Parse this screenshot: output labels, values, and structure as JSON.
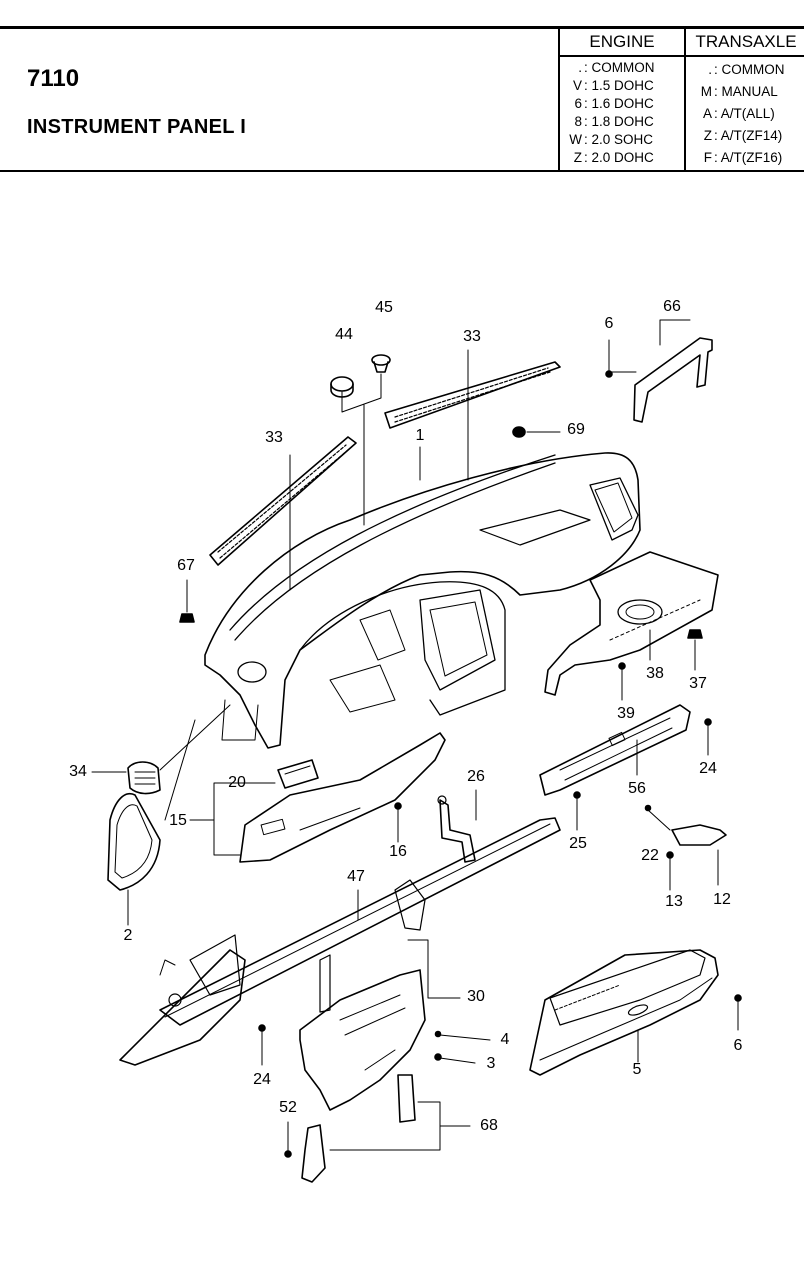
{
  "header": {
    "code": "7110",
    "title": "INSTRUMENT PANEL I"
  },
  "engine": {
    "heading": "ENGINE",
    "rows": [
      {
        "key": ".",
        "value": ": COMMON"
      },
      {
        "key": "V",
        "value": ": 1.5 DOHC"
      },
      {
        "key": "6",
        "value": ": 1.6 DOHC"
      },
      {
        "key": "8",
        "value": ": 1.8 DOHC"
      },
      {
        "key": "W",
        "value": ": 2.0 SOHC"
      },
      {
        "key": "Z",
        "value": ": 2.0 DOHC"
      }
    ]
  },
  "transaxle": {
    "heading": "TRANSAXLE",
    "rows": [
      {
        "key": ".",
        "value": ": COMMON"
      },
      {
        "key": "M",
        "value": ": MANUAL"
      },
      {
        "key": "A",
        "value": ": A/T(ALL)"
      },
      {
        "key": "Z",
        "value": ": A/T(ZF14)"
      },
      {
        "key": "F",
        "value": ": A/T(ZF16)"
      }
    ]
  },
  "callouts": {
    "c45": "45",
    "c44": "44",
    "c33a": "33",
    "c6a": "6",
    "c66": "66",
    "c33b": "33",
    "c1": "1",
    "c69": "69",
    "c67": "67",
    "c38": "38",
    "c37": "37",
    "c39": "39",
    "c24a": "24",
    "c56": "56",
    "c34": "34",
    "c20": "20",
    "c15": "15",
    "c16": "16",
    "c26": "26",
    "c25": "25",
    "c22": "22",
    "c13": "13",
    "c12": "12",
    "c2": "2",
    "c47": "47",
    "c30": "30",
    "c4": "4",
    "c3": "3",
    "c24b": "24",
    "c52": "52",
    "c68": "68",
    "c5": "5",
    "c6b": "6"
  }
}
